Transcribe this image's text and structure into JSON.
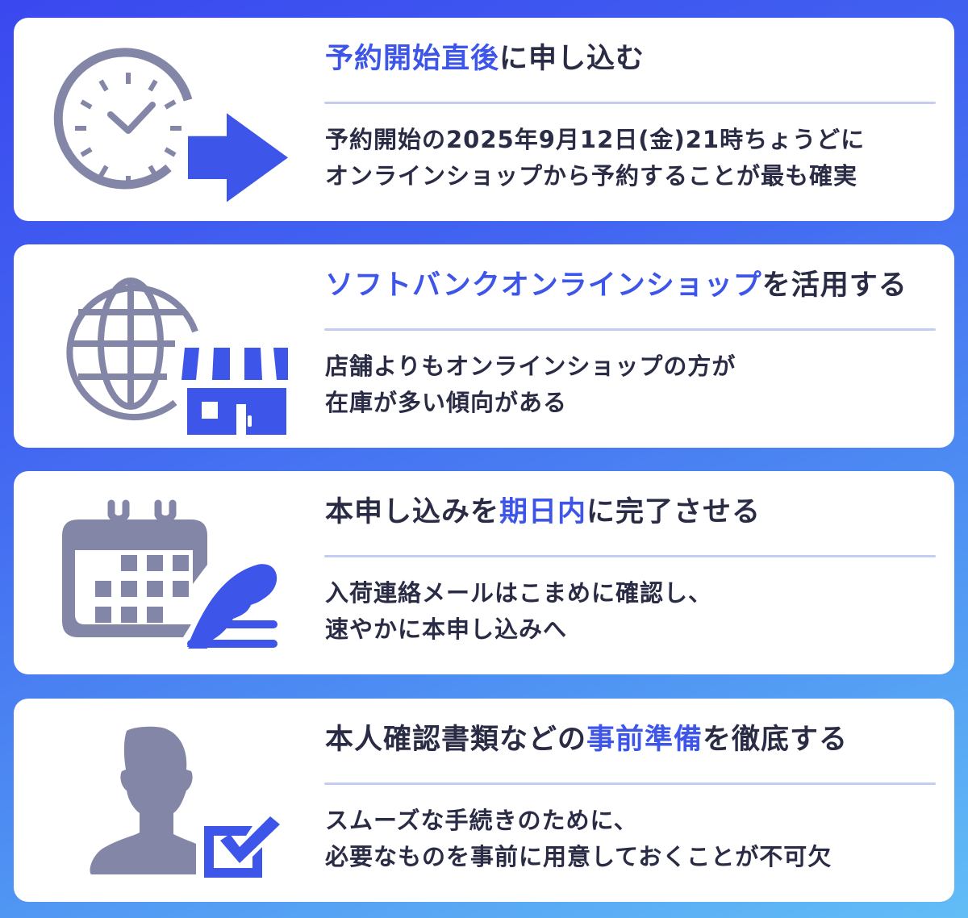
{
  "colors": {
    "accent": "#3d55e8",
    "text": "#2a2b45",
    "icon_gray": "#8386a6",
    "divider": "#c3cdf4",
    "bg_top": "#3a48ef",
    "bg_bottom": "#62bdf6"
  },
  "cards": [
    {
      "icon": "clock-arrow-icon",
      "title_highlight": "予約開始直後",
      "title_rest": "に申し込む",
      "title_prefix": "",
      "body_line1": "予約開始の2025年9月12日(金)21時ちょうどに",
      "body_line2": "オンラインショップから予約することが最も確実"
    },
    {
      "icon": "globe-store-icon",
      "title_prefix": "",
      "title_highlight": "ソフトバンクオンラインショップ",
      "title_rest": "を活用する",
      "body_line1": "店舗よりもオンラインショップの方が",
      "body_line2": "在庫が多い傾向がある"
    },
    {
      "icon": "calendar-pen-icon",
      "title_prefix": "本申し込みを",
      "title_highlight": "期日内",
      "title_rest": "に完了させる",
      "body_line1": "入荷連絡メールはこまめに確認し、",
      "body_line2": "速やかに本申し込みへ"
    },
    {
      "icon": "person-check-icon",
      "title_prefix": "本人確認書類などの",
      "title_highlight": "事前準備",
      "title_rest": "を徹底する",
      "body_line1": "スムーズな手続きのために、",
      "body_line2": "必要なものを事前に用意しておくことが不可欠"
    }
  ]
}
